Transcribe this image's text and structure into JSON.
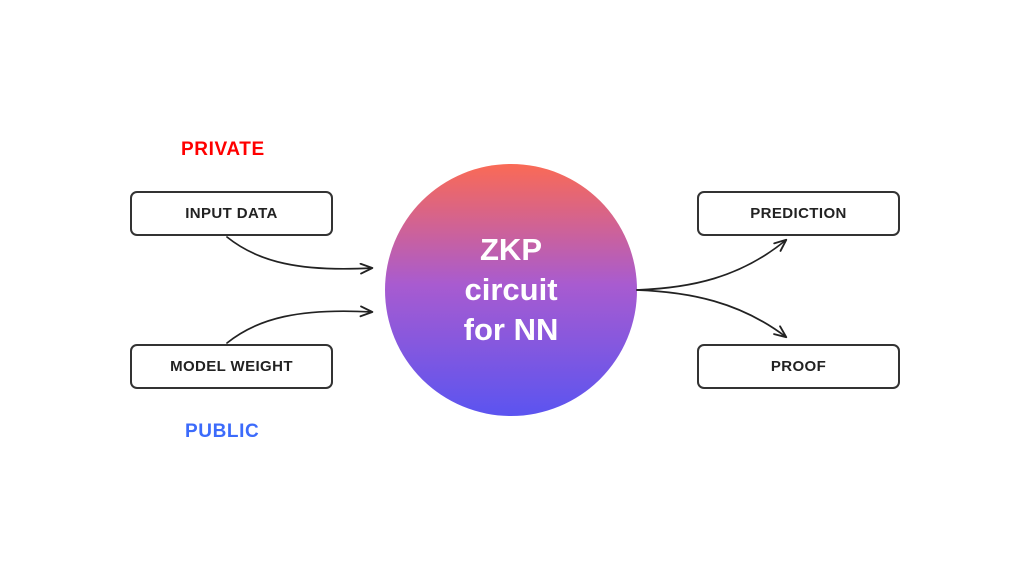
{
  "diagram": {
    "title_circle": {
      "lines": [
        "ZKP",
        "circuit",
        "for NN"
      ],
      "gradient_top": "#FA6A55",
      "gradient_mid": "#A85BD0",
      "gradient_bottom": "#5B54F0",
      "text_color": "#FFFFFF"
    },
    "inputs": {
      "group_label": "PRIVATE",
      "group_label_color": "#FF0000",
      "secondary_group_label": "PUBLIC",
      "secondary_group_label_color": "#3C6BFB",
      "boxes": [
        {
          "label": "INPUT DATA"
        },
        {
          "label": "MODEL WEIGHT"
        }
      ]
    },
    "outputs": {
      "boxes": [
        {
          "label": "PREDICTION"
        },
        {
          "label": "PROOF"
        }
      ]
    },
    "styles": {
      "box_border_color": "#333333",
      "box_text_color": "#222222",
      "arrow_color": "#222222",
      "background": "#FFFFFF"
    }
  }
}
